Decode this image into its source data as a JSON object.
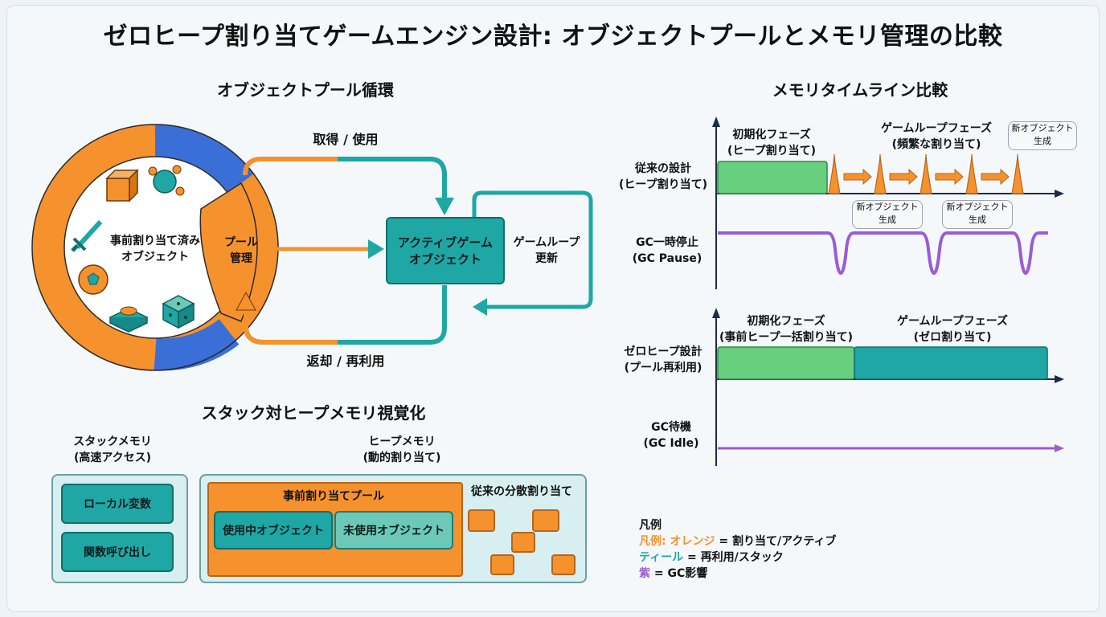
{
  "title": "ゼロヒープ割り当てゲームエンジン設計: オブジェクトプールとメモリ管理の比較",
  "pool_section": {
    "title": "オブジェクトプール循環",
    "ring_inner_label": "事前割り当て済み\nオブジェクト",
    "pool_label": "プール\n管理",
    "acquire_label": "取得 / 使用",
    "return_label": "返却 / 再利用",
    "active_box": "アクティブゲーム\nオブジェクト",
    "loop_label": "ゲームループ\n更新"
  },
  "stack_heap_section": {
    "title": "スタック対ヒープメモリ視覚化",
    "stack_title": "スタックメモリ\n(高速アクセス)",
    "stack_items": [
      "ローカル変数",
      "関数呼び出し"
    ],
    "heap_title": "ヒープメモリ\n(動的割り当て)",
    "pool_block_title": "事前割り当てプール",
    "pool_block_items": [
      "使用中オブジェクト",
      "未使用オブジェクト"
    ],
    "fragmented_title": "従来の分散割り当て"
  },
  "timeline_section": {
    "title": "メモリタイムライン比較",
    "traditional": {
      "label": "従来の設計\n(ヒープ割り当て)",
      "phase1": "初期化フェーズ\n(ヒープ割り当て)",
      "phase2": "ゲームループフェーズ\n(頻繁な割り当て)",
      "new_obj": "新オブジェクト\n生成",
      "gc_label": "GC一時停止\n(GC Pause)"
    },
    "zero_heap": {
      "label": "ゼロヒープ設計\n(プール再利用)",
      "phase1": "初期化フェーズ\n(事前ヒープ一括割り当て)",
      "phase2": "ゲームループフェーズ\n(ゼロ割り当て)",
      "gc_label": "GC待機\n(GC Idle)"
    }
  },
  "legend": {
    "title": "凡例",
    "row1_prefix": "凡例: ",
    "row1_color_word": "オレンジ",
    "row1_rest": " = 割り当て/アクティブ",
    "row2_color_word": "ティール",
    "row2_rest": " = 再利用/スタック",
    "row3_color_word": "紫",
    "row3_rest": " = GC影響"
  },
  "colors": {
    "orange": "#f5922e",
    "teal": "#1ea7a5",
    "blue": "#3a6fd8",
    "green": "#67cf7d",
    "purple": "#9b5bd4"
  },
  "icons": [
    "crate-icon",
    "molecule-icon",
    "sword-icon",
    "ball-icon",
    "button-icon",
    "dice-icon"
  ]
}
